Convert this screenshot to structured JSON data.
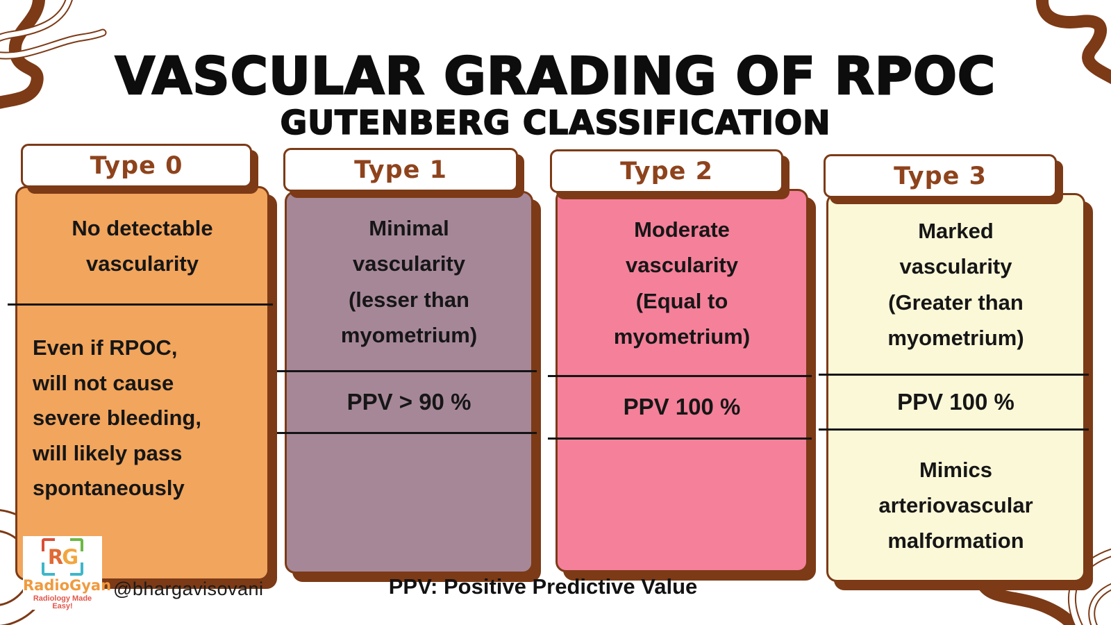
{
  "title": "VASCULAR GRADING OF RPOC",
  "subtitle": "GUTENBERG CLASSIFICATION",
  "footer_note": "PPV: Positive Predictive Value",
  "credit": {
    "handle": "@bhargavisovani",
    "logo": {
      "monogram_r": "R",
      "monogram_g": "G",
      "name": "RadioGyan",
      "tagline": "Radiology Made Easy!"
    }
  },
  "colors": {
    "brown_outline": "#7C3A16",
    "tab_text_brown": "#8E431C",
    "type0_orange": "#F2A55C",
    "type1_mauve": "#A68798",
    "type2_pink": "#F5809A",
    "type3_cream": "#FBF8D8",
    "divider_black": "#141414"
  },
  "cards": [
    {
      "tab": "Type 0",
      "color": "#F2A55C",
      "sections": [
        "No detectable\nvascularity",
        "Even if RPOC,\nwill not cause\nsevere bleeding,\nwill likely pass\nspontaneously"
      ]
    },
    {
      "tab": "Type 1",
      "color": "#A68798",
      "sections": [
        "Minimal\nvascularity\n(lesser than\nmyometrium)",
        "PPV > 90 %"
      ]
    },
    {
      "tab": "Type 2",
      "color": "#F5809A",
      "sections": [
        "Moderate\nvascularity\n(Equal to\nmyometrium)",
        "PPV 100 %"
      ]
    },
    {
      "tab": "Type 3",
      "color": "#FBF8D8",
      "sections": [
        "Marked\nvascularity\n(Greater than\nmyometrium)",
        "PPV 100 %",
        "Mimics\narteriovascular\nmalformation"
      ]
    }
  ]
}
